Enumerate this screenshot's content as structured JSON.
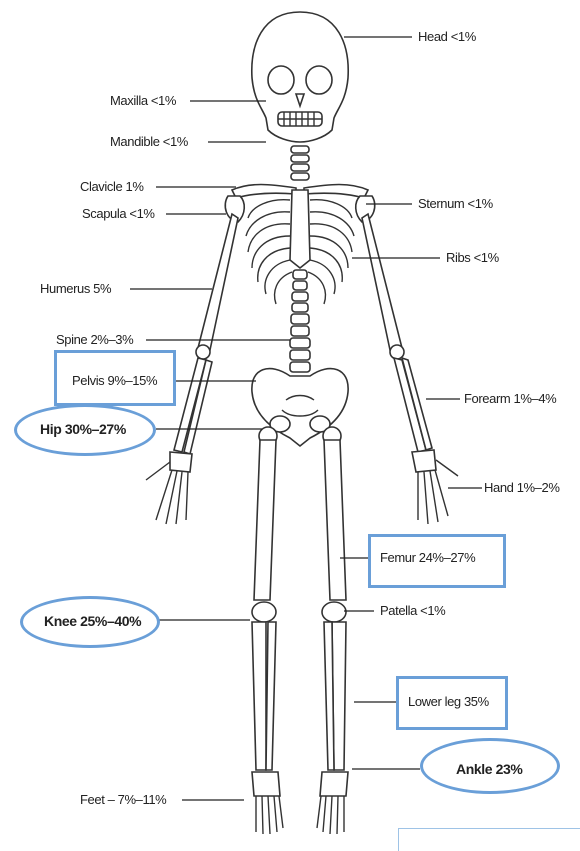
{
  "labels": {
    "head": "Head <1%",
    "maxilla": "Maxilla <1%",
    "mandible": "Mandible <1%",
    "clavicle": "Clavicle 1%",
    "scapula": "Scapula <1%",
    "sternum": "Sternum <1%",
    "ribs": "Ribs <1%",
    "humerus": "Humerus 5%",
    "spine": "Spine 2%–3%",
    "pelvis": "Pelvis 9%–15%",
    "forearm": "Forearm 1%–4%",
    "hip": "Hip 30%–27%",
    "hand": "Hand 1%–2%",
    "femur": "Femur 24%–27%",
    "knee": "Knee 25%–40%",
    "patella": "Patella <1%",
    "lower_leg": "Lower leg 35%",
    "ankle": "Ankle 23%",
    "feet": "Feet – 7%–11%"
  },
  "highlight_color": "#6a9fd8",
  "boxed_labels": [
    "pelvis",
    "femur",
    "lower_leg"
  ],
  "circled_labels": [
    "hip",
    "knee",
    "ankle"
  ]
}
